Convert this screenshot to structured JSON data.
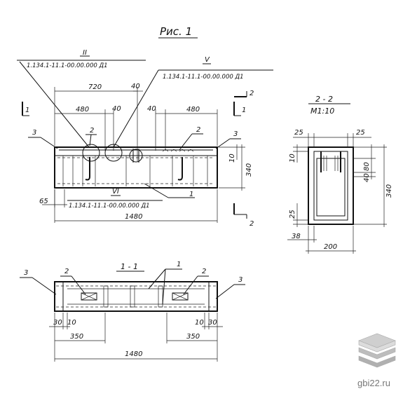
{
  "figure": {
    "title": "Рис. 1"
  },
  "elevation": {
    "callout_ii": {
      "numeral": "II",
      "ref": "1.134.1-11.1-00.00.000 Д1"
    },
    "callout_v": {
      "numeral": "V",
      "ref": "1.134.1-11.1-00.00.000 Д1"
    },
    "callout_vi": {
      "numeral": "VI",
      "ref": "1.134.1-11.1-00.00.000 Д1"
    },
    "dims": {
      "d720": "720",
      "d40a": "40",
      "d480a": "480",
      "d40b": "40",
      "d40c": "40",
      "d480b": "480",
      "d10": "10",
      "d340": "340",
      "d65": "65",
      "d1480": "1480"
    },
    "labels": {
      "l3a": "3",
      "l2a": "2",
      "l2b": "2",
      "l3b": "3",
      "l1": "1"
    },
    "cut_marks": {
      "c1a": "1",
      "c1b": "1",
      "c2a": "2",
      "c2b": "2"
    }
  },
  "section_2_2": {
    "title": "2 - 2",
    "scale": "М1:10",
    "dims": {
      "d25a": "25",
      "d25b": "25",
      "d10": "10",
      "d80": "80",
      "d40": "40",
      "d340": "340",
      "d25c": "25",
      "d38": "38",
      "d200": "200"
    }
  },
  "plan_1_1": {
    "title": "1 - 1",
    "labels": {
      "l3a": "3",
      "l2a": "2",
      "l1": "1",
      "l2b": "2",
      "l3b": "3"
    },
    "dims": {
      "d30a": "30",
      "d10a": "10",
      "d350a": "350",
      "d10b": "10",
      "d30b": "30",
      "d350b": "350",
      "d1480": "1480"
    }
  },
  "watermark": {
    "text": "gbi22.ru",
    "icon": "layers-icon"
  }
}
